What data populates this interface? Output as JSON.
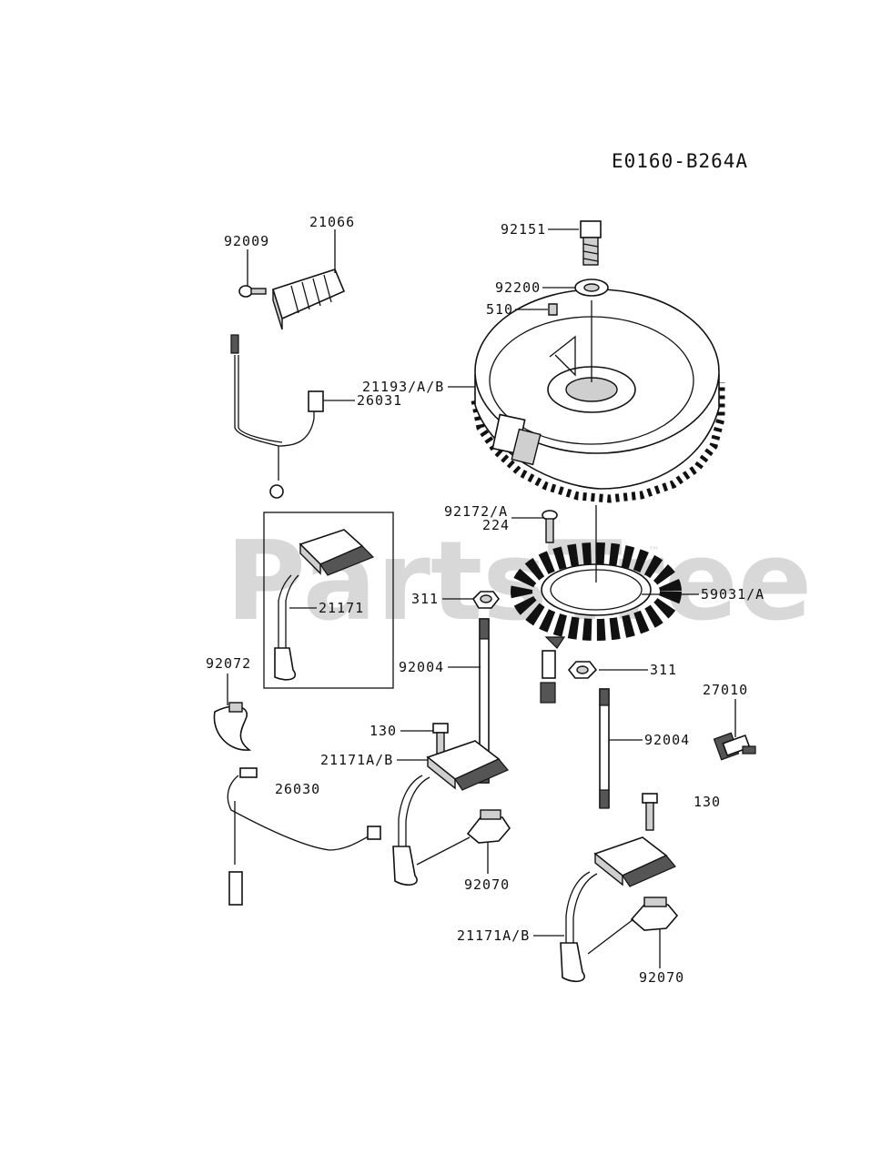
{
  "diagram_code": "E0160-B264A",
  "watermark": {
    "text": "PartsTree",
    "trademark": "™"
  },
  "labels": {
    "p92151": "92151",
    "p92200": "92200",
    "p510": "510",
    "p21193": "21193/A/B",
    "p26031": "26031",
    "p21066": "21066",
    "p92009": "92009",
    "p92172": "92172/A",
    "p224": "224",
    "p59031": "59031/A",
    "p311a": "311",
    "p311b": "311",
    "p21171": "21171",
    "p92072": "92072",
    "p92004a": "92004",
    "p92004b": "92004",
    "p130a": "130",
    "p130b": "130",
    "p27010": "27010",
    "p21171ab1": "21171A/B",
    "p21171ab2": "21171A/B",
    "p26030": "26030",
    "p92070a": "92070",
    "p92070b": "92070"
  }
}
